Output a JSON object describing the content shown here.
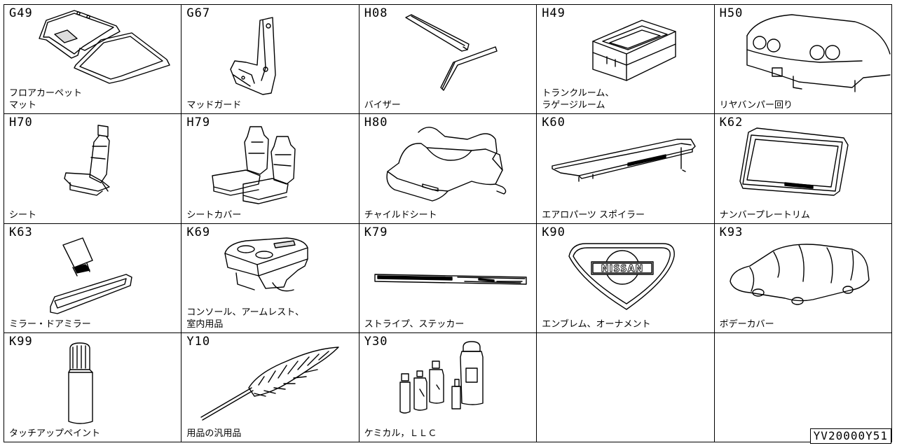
{
  "catalog": {
    "document_id": "YV20000Y51",
    "items": [
      {
        "code": "G49",
        "label_lines": [
          "フロアカーペット",
          "マット"
        ],
        "icon": "floor-mat"
      },
      {
        "code": "G67",
        "label_lines": [
          "マッドガード"
        ],
        "icon": "mudguard"
      },
      {
        "code": "H08",
        "label_lines": [
          "バイザー"
        ],
        "icon": "visor"
      },
      {
        "code": "H49",
        "label_lines": [
          "トランクルーム、",
          "ラゲージルーム"
        ],
        "icon": "trunk-box"
      },
      {
        "code": "H50",
        "label_lines": [
          "リヤバンパー回り"
        ],
        "icon": "rear-bumper"
      },
      {
        "code": "H70",
        "label_lines": [
          "シート"
        ],
        "icon": "seat"
      },
      {
        "code": "H79",
        "label_lines": [
          "シートカバー"
        ],
        "icon": "seat-cover"
      },
      {
        "code": "H80",
        "label_lines": [
          "チャイルドシート"
        ],
        "icon": "child-seat"
      },
      {
        "code": "K60",
        "label_lines": [
          "エアロパーツ スポイラー"
        ],
        "icon": "spoiler"
      },
      {
        "code": "K62",
        "label_lines": [
          "ナンバープレートリム"
        ],
        "icon": "plate-rim"
      },
      {
        "code": "K63",
        "label_lines": [
          "ミラー・ドアミラー"
        ],
        "icon": "mirror"
      },
      {
        "code": "K69",
        "label_lines": [
          "コンソール、アームレスト、",
          "室内用品"
        ],
        "icon": "console"
      },
      {
        "code": "K79",
        "label_lines": [
          "ストライプ、ステッカー"
        ],
        "icon": "stripe"
      },
      {
        "code": "K90",
        "label_lines": [
          "エンブレム、オーナメント"
        ],
        "icon": "emblem",
        "emblem_text": "NISSAN"
      },
      {
        "code": "K93",
        "label_lines": [
          "ボデーカバー"
        ],
        "icon": "body-cover"
      },
      {
        "code": "K99",
        "label_lines": [
          "タッチアップペイント"
        ],
        "icon": "touch-up-paint"
      },
      {
        "code": "Y10",
        "label_lines": [
          "用品の汎用品"
        ],
        "icon": "duster"
      },
      {
        "code": "Y30",
        "label_lines": [
          "ケミカル，ＬＬＣ"
        ],
        "icon": "chemicals"
      },
      {
        "code": "",
        "label_lines": [],
        "icon": ""
      },
      {
        "code": "",
        "label_lines": [],
        "icon": ""
      }
    ]
  }
}
